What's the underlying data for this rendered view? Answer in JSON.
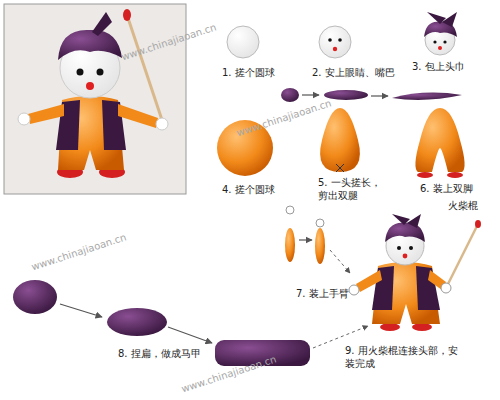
{
  "diagram": {
    "labels": [
      "1. 搓个圆球",
      "2. 安上眼睛、嘴巴",
      "3. 包上头巾",
      "4. 搓个圆球",
      "5. 一头搓长，剪出双腿",
      "6. 装上双脚",
      "火柴棍",
      "7. 装上手臂",
      "8. 捏扁，做成马甲",
      "9. 用火柴棍连接头部，安装完成",
      "www.chinajiaoan.cn",
      "www.chinajiaoan.cn",
      "www.chinajiaoan.cn",
      "www.chinajiaoan.cn"
    ]
  }
}
